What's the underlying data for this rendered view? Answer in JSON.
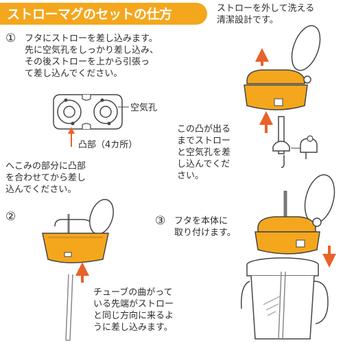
{
  "title": "ストローマグのセットの仕方",
  "colors": {
    "banner": "#f4a71d",
    "lid": "#f4a71d",
    "arrow": "#e8622a"
  },
  "step1": {
    "number": "①",
    "lines": [
      "フタにストローを差し込みます。",
      "先に空気孔をしっかり差し込み、",
      "その後ストローを上から引張っ",
      "て差し込んでください。"
    ],
    "air_hole_label": "空気孔",
    "bump_label": "凸部（4カ所）"
  },
  "dent_note": {
    "lines": [
      "へこみの部分に凸部",
      "を合わせてから差し",
      "込んでください。"
    ]
  },
  "step2": {
    "number": "②",
    "tube_note": [
      "チューブの曲がって",
      "いる先端がストロー",
      "と同じ方向に来るよ",
      "うに差し込みます。"
    ]
  },
  "washable_note": {
    "lines": [
      "ストローを外して洗える",
      "清潔設計です。"
    ]
  },
  "bump_note": {
    "lines": [
      "この凸が出る",
      "までストロー",
      "と空気孔を差",
      "し込んでくだ",
      "さい。"
    ]
  },
  "step3": {
    "number": "③",
    "lines": [
      "フタを本体に",
      "取り付けます。"
    ]
  }
}
